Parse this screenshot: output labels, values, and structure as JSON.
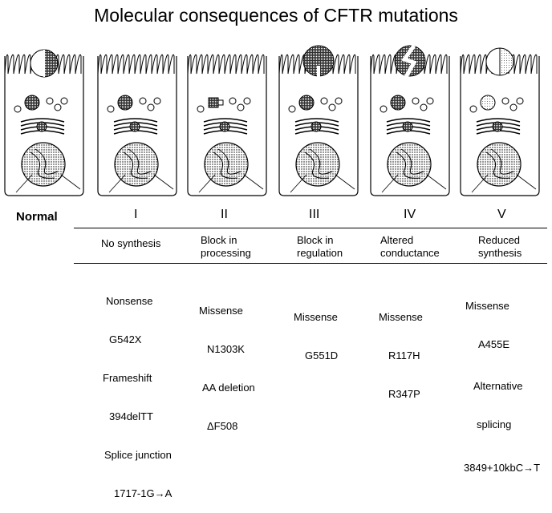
{
  "title": "Molecular consequences of CFTR mutations",
  "normal_label": "Normal",
  "classes": [
    {
      "numeral": "I",
      "effect": "No synthesis",
      "examples": [
        "Nonsense",
        "G542X",
        "Frameshift",
        "394delTT",
        "Splice junction",
        "1717-1G→A"
      ]
    },
    {
      "numeral": "II",
      "effect": "Block in\nprocessing",
      "examples": [
        "Missense",
        "N1303K",
        "AA deletion",
        "ΔF508"
      ]
    },
    {
      "numeral": "III",
      "effect": "Block in\nregulation",
      "examples": [
        "Missense",
        "G551D"
      ]
    },
    {
      "numeral": "IV",
      "effect": "Altered\nconductance",
      "examples": [
        "Missense",
        "R117H",
        "R347P"
      ]
    },
    {
      "numeral": "V",
      "effect": "Reduced\nsynthesis",
      "examples": [
        "Missense",
        "A455E",
        "Alternative",
        "splicing",
        "3849+10kbC→T"
      ]
    }
  ]
}
